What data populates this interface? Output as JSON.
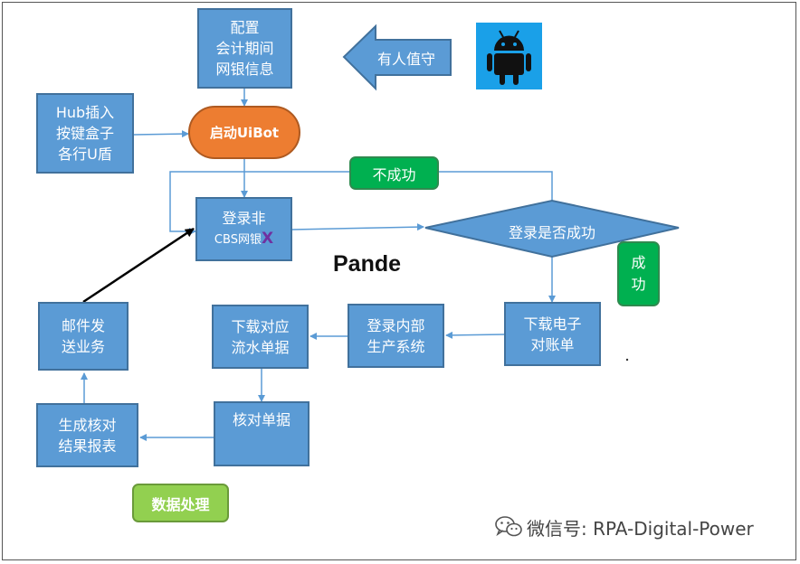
{
  "nodes": {
    "config": [
      "配置",
      "会计期间",
      "网银信息"
    ],
    "unattended": "有人值守",
    "hub": [
      "Hub插入",
      "按键盒子",
      "各行U盾"
    ],
    "start_uibot": "启动UiBot",
    "fail": "不成功",
    "login_cbs": [
      "登录非",
      "CBS网银"
    ],
    "login_cbs_mark": "X",
    "login_success_q": "登录是否成功",
    "success": [
      "成",
      "功"
    ],
    "pande": "Pande",
    "email": [
      "邮件发",
      "送业务"
    ],
    "download_flow": [
      "下载对应",
      "流水单据"
    ],
    "login_internal": [
      "登录内部",
      "生产系统"
    ],
    "download_statement": [
      "下载电子",
      "对账单"
    ],
    "generate_report": [
      "生成核对",
      "结果报表"
    ],
    "reconcile": "核对单据",
    "data_processing": "数据处理"
  },
  "watermark": "微信号: RPA-Digital-Power",
  "icons": {
    "android": "android-icon",
    "wechat": "wechat-icon"
  },
  "colors": {
    "process_box": "#5b9bd5",
    "start": "#ed7d31",
    "success_label": "#00b050",
    "data_processing": "#92d050",
    "android_bg": "#1aa0e8"
  }
}
